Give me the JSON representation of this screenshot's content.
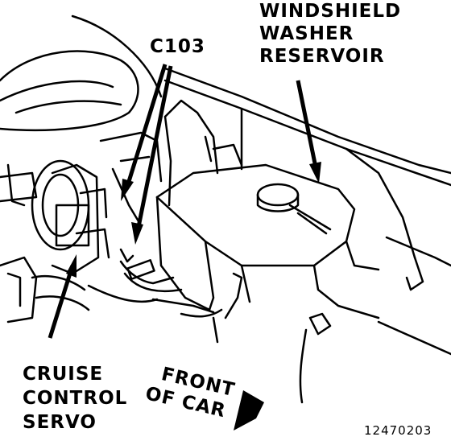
{
  "labels": {
    "washer_reservoir_line1": "WINDSHIELD",
    "washer_reservoir_line2": "WASHER",
    "washer_reservoir_line3": "RESERVOIR",
    "connector": "C103",
    "cruise_servo_line1": "CRUISE",
    "cruise_servo_line2": "CONTROL",
    "cruise_servo_line3": "SERVO",
    "front_line1": "FRONT",
    "front_line2": "OF CAR"
  },
  "figure_number": "12470203",
  "colors": {
    "ink": "#000000",
    "paper": "#ffffff"
  }
}
